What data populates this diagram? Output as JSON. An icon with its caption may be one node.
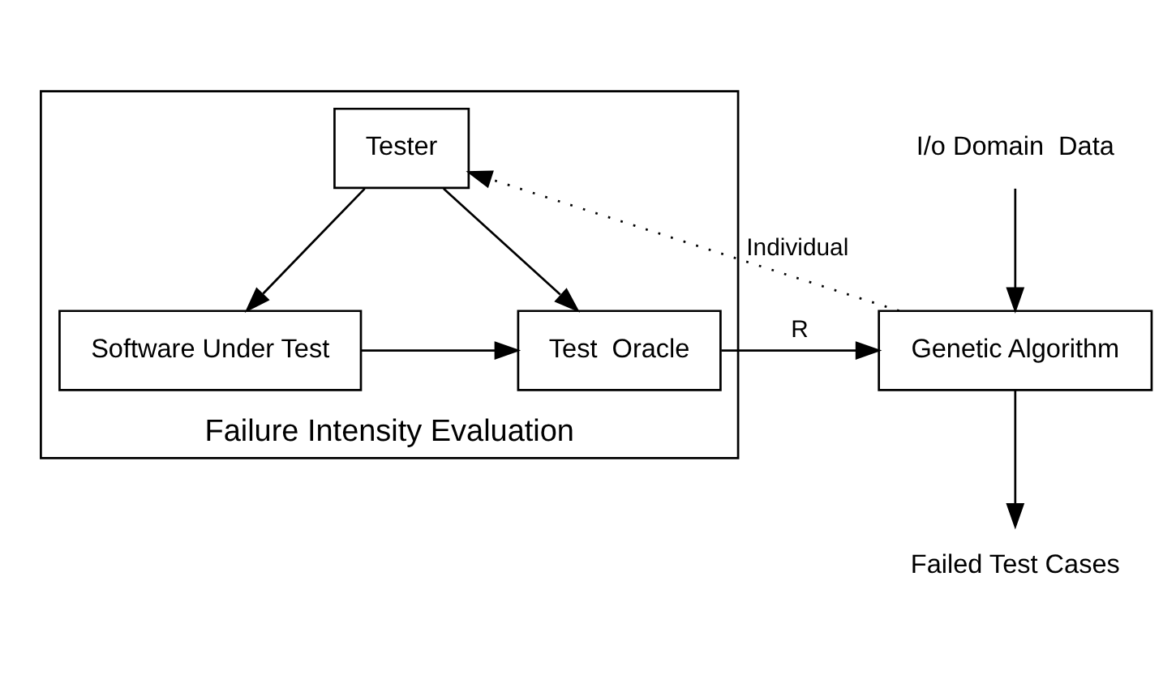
{
  "diagram": {
    "nodes": [
      {
        "text": [
          "Failure Intensity Evaluation"
        ]
      },
      {
        "text": [
          "Tester"
        ],
        "in": 0
      },
      {
        "text": [
          "Genetic Algorithm"
        ]
      },
      {
        "text": [
          "Test  Oracle"
        ],
        "in": 0
      },
      {
        "text": [
          "Software Under Test"
        ],
        "in": 0
      },
      {
        "text": [
          "I/o Domain  Data"
        ]
      },
      {
        "text": [
          "Failed Test Cases"
        ]
      }
    ],
    "edges": [
      {
        "from": 2,
        "to": 1,
        "arrow": "to",
        "label": "Individual",
        "style": "dashed"
      },
      {
        "from": 1,
        "to": 3,
        "arrow": "to"
      },
      {
        "from": 1,
        "to": 4,
        "arrow": "to"
      },
      {
        "from": 4,
        "to": 3,
        "arrow": "to"
      },
      {
        "from": 3,
        "to": 2,
        "arrow": "to",
        "label": "R"
      },
      {
        "from": 5,
        "to": 2,
        "arrow": "to"
      },
      {
        "from": 2,
        "to": 6,
        "arrow": "to"
      }
    ]
  }
}
